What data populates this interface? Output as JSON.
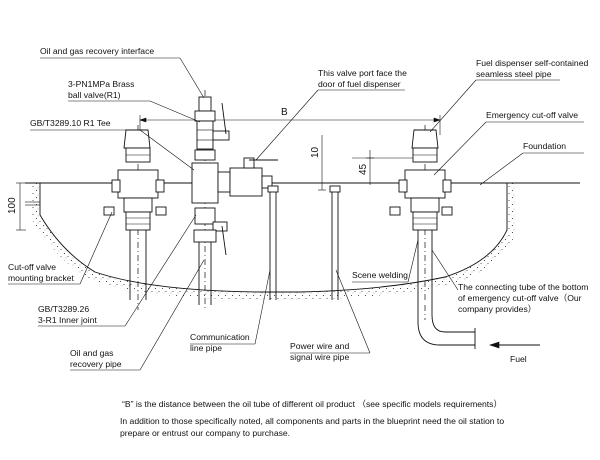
{
  "labels": {
    "oil_gas_interface": "Oil and gas recovery interface",
    "brass_valve_1": "3-PN1MPa Brass",
    "brass_valve_2": "ball valve(R1)",
    "tee": "GB/T3289.10 R1 Tee",
    "valve_port_1": "This valve port face the",
    "valve_port_2": "door of fuel dispenser",
    "dispenser_pipe_1": "Fuel dispenser self-contained",
    "dispenser_pipe_2": "seamless steel pipe",
    "emergency_valve": "Emergency cut-off valve",
    "foundation": "Foundation",
    "cutoff_bracket_1": "Cut-off valve",
    "cutoff_bracket_2": "mounting bracket",
    "inner_joint_1": "GB/T3289.26",
    "inner_joint_2": "3-R1  Inner joint",
    "recovery_pipe_1": "Oil and gas",
    "recovery_pipe_2": "recovery pipe",
    "comm_pipe_1": "Communication",
    "comm_pipe_2": "line pipe",
    "power_wire_1": "Power wire and",
    "power_wire_2": "signal wire pipe",
    "scene_welding": "Scene welding",
    "connecting_tube_1": "The connecting tube of the bottom",
    "connecting_tube_2": "of emergency cut-off valve（Our",
    "connecting_tube_3": "company provides）",
    "fuel": "Fuel"
  },
  "dimensions": {
    "b": "B",
    "d10": "10",
    "d45": "45",
    "d100": "100"
  },
  "notes": {
    "note1": "“B”  is the distance between the oil tube of different oil product （see specific models requirements）",
    "note2": "In addition to those specifically noted, all components and parts in the blueprint need the oil station to",
    "note3": "prepare or entrust our company to purchase."
  }
}
